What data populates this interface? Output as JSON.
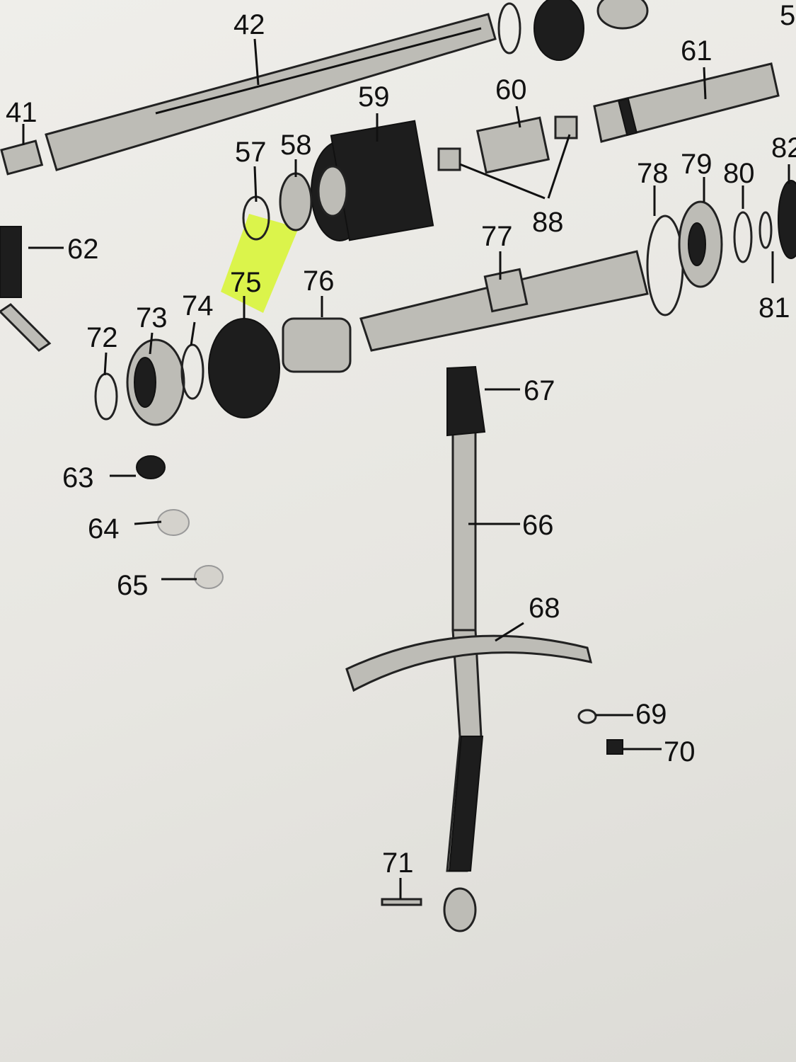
{
  "diagram": {
    "highlight_color": "#d9f53a",
    "highlighted_part": "75",
    "labels": {
      "p5": "5",
      "p41": "41",
      "p42": "42",
      "p57": "57",
      "p58": "58",
      "p59": "59",
      "p60": "60",
      "p61": "61",
      "p62": "62",
      "p63": "63",
      "p64": "64",
      "p65": "65",
      "p66": "66",
      "p67": "67",
      "p68": "68",
      "p69": "69",
      "p70": "70",
      "p71": "71",
      "p72": "72",
      "p73": "73",
      "p74": "74",
      "p75": "75",
      "p76": "76",
      "p77": "77",
      "p78": "78",
      "p79": "79",
      "p80": "80",
      "p81": "81",
      "p82": "82",
      "p88": "88"
    }
  }
}
